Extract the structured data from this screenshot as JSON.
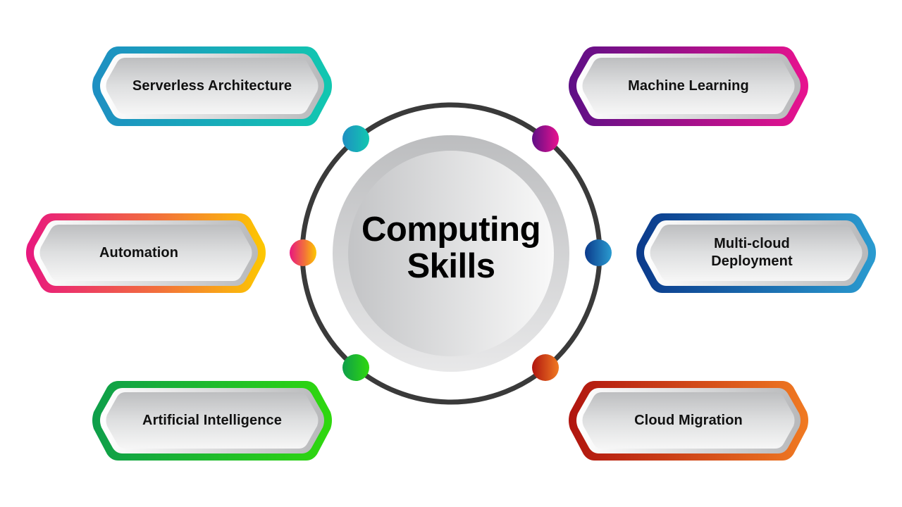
{
  "center": {
    "line1": "Computing",
    "line2": "Skills"
  },
  "nodes": [
    {
      "id": "serverless-architecture",
      "label": "Serverless Architecture",
      "position": "top-left",
      "gradient": [
        "#1e8fc2",
        "#12c7b0"
      ]
    },
    {
      "id": "machine-learning",
      "label": "Machine Learning",
      "position": "top-right",
      "gradient": [
        "#5e0f86",
        "#e8128f"
      ]
    },
    {
      "id": "automation",
      "label": "Automation",
      "position": "middle-left",
      "gradient": [
        "#e8177f",
        "#fdc800"
      ]
    },
    {
      "id": "multi-cloud-deployment",
      "label_line1": "Multi-cloud",
      "label_line2": "Deployment",
      "position": "middle-right",
      "gradient": [
        "#0b3a8b",
        "#2a9bd0"
      ]
    },
    {
      "id": "artificial-intelligence",
      "label": "Artificial Intelligence",
      "position": "bottom-left",
      "gradient": [
        "#0e9e4a",
        "#2fd80e"
      ]
    },
    {
      "id": "cloud-migration",
      "label": "Cloud Migration",
      "position": "bottom-right",
      "gradient": [
        "#b0150f",
        "#f07a22"
      ]
    }
  ],
  "colors": {
    "ring": "#3a3a3a",
    "disc_outer": "#c9cacc",
    "disc_inner_light": "#f4f4f4",
    "text": "#111111"
  }
}
